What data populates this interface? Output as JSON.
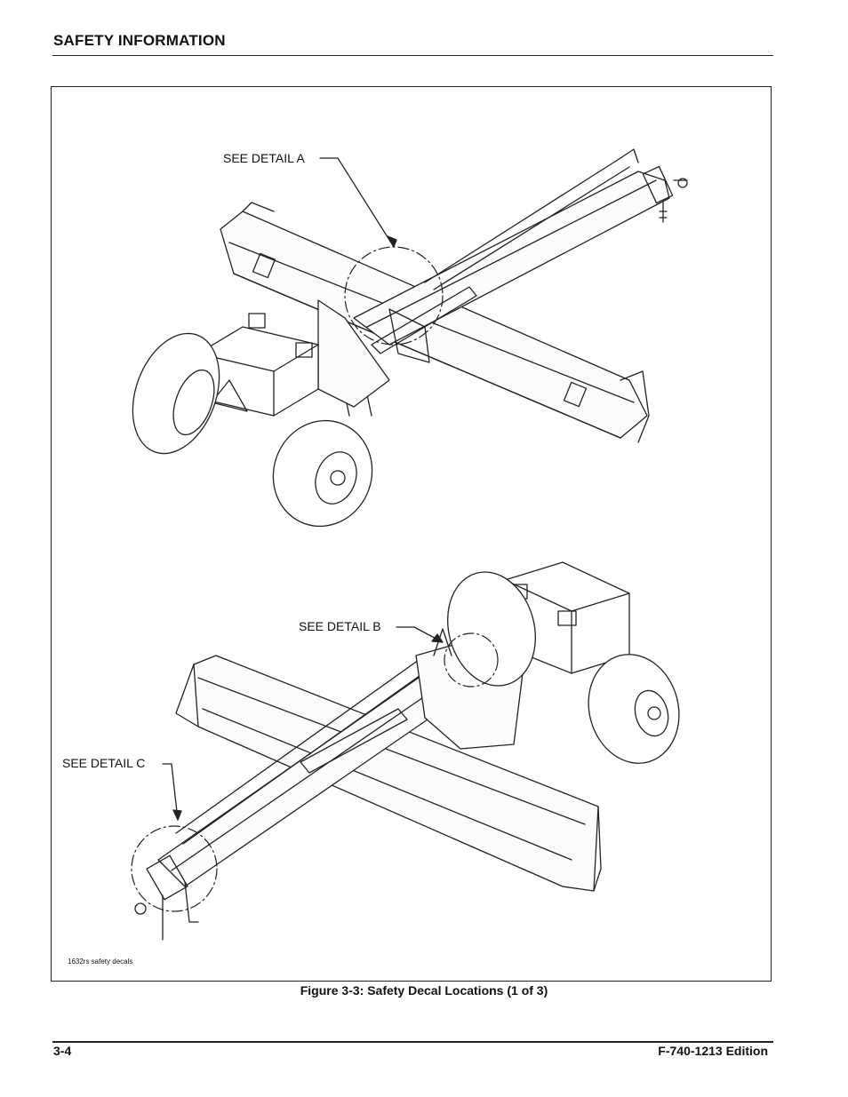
{
  "header": {
    "title": "SAFETY INFORMATION"
  },
  "figure": {
    "callouts": {
      "detail_a": "SEE DETAIL A",
      "detail_b": "SEE DETAIL B",
      "detail_c": "SEE  DETAIL C"
    },
    "file_ref": "1632rs safety decals",
    "caption": "Figure 3-3:  Safety Decal Locations (1 of 3)"
  },
  "footer": {
    "page_number": "3-4",
    "edition": "F-740-1213 Edition"
  }
}
